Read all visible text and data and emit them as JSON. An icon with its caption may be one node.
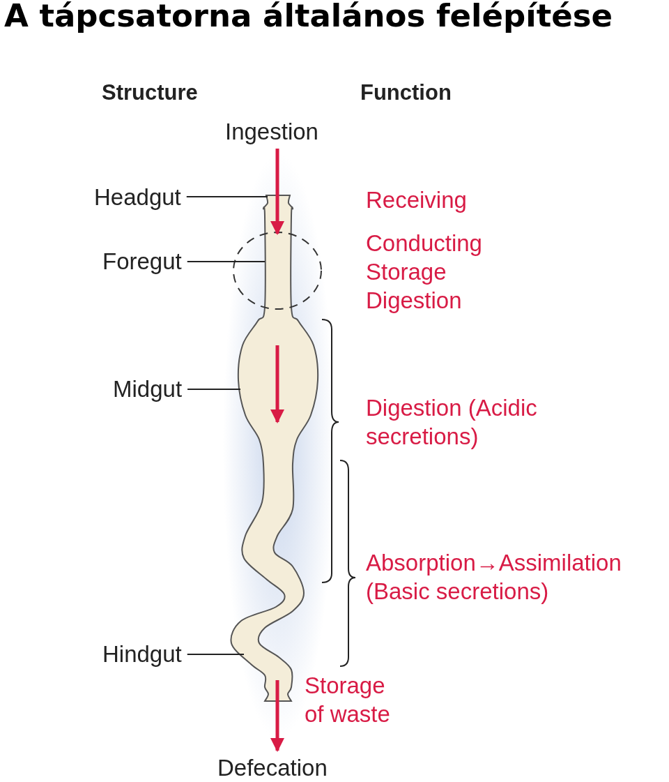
{
  "diagram": {
    "title": "A tápcsatorna általános felépítése",
    "nodes": [
      {
        "text": [
          "Headgut"
        ]
      },
      {
        "text": [
          "Foregut"
        ]
      },
      {
        "text": [
          "Midgut"
        ]
      },
      {
        "text": [
          "Hindgut"
        ]
      },
      {
        "text": [
          "Ingestion"
        ]
      },
      {
        "text": [
          "Defecation"
        ]
      },
      {
        "text": [],
        "shape": "picture"
      }
    ],
    "edges": [
      {
        "from": 0,
        "to": 6,
        "arrow": "none"
      },
      {
        "from": 1,
        "to": 6,
        "arrow": "none"
      },
      {
        "from": 2,
        "to": 6,
        "arrow": "none"
      },
      {
        "from": 3,
        "to": 6,
        "arrow": "none"
      },
      {
        "from": 4,
        "to": 6,
        "arrow": "to",
        "style": "thick",
        "color": "#d81b45"
      },
      {
        "from": 6,
        "to": 5,
        "arrow": "to",
        "style": "thick",
        "color": "#d81b45"
      }
    ],
    "labels": [
      "Structure",
      "Function",
      "Receiving",
      "Conducting",
      "Storage",
      "Digestion",
      "Digestion (Acidic secretions)",
      "Absorption→Assimilation (Basic secretions)",
      "Storage of waste"
    ]
  }
}
